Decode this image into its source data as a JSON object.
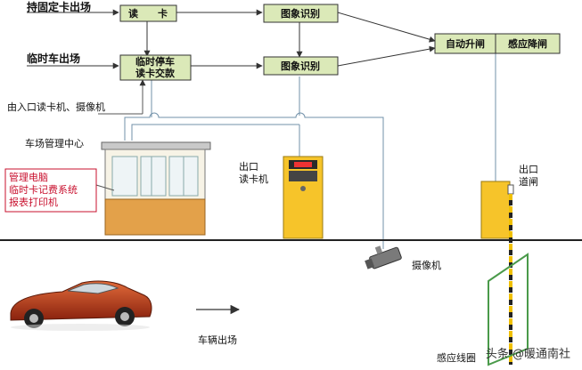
{
  "left_labels": {
    "fixed_card_exit": "持固定卡出场",
    "temp_car_exit": "临时车出场",
    "entry_devices": "由入口读卡机、摄像机",
    "control_center": "车场管理中心"
  },
  "boxes": {
    "read_card": "读　　卡",
    "temp_stop_line1": "临时停车",
    "temp_stop_line2": "读卡交款",
    "image_recog_1": "图象识别",
    "image_recog_2": "图象识别",
    "auto_raise": "自动升闸",
    "sense_lower": "感应降闸"
  },
  "office_items": {
    "line1": "管理电脑",
    "line2": "临时卡记费系统",
    "line3": "报表打印机"
  },
  "devices": {
    "exit_reader_line1": "出口",
    "exit_reader_line2": "读卡机",
    "exit_gate_line1": "出口",
    "exit_gate_line2": "道闸",
    "camera": "摄像机",
    "vehicle_exit": "车辆出场",
    "loop_coil": "感应线圈"
  },
  "watermark": "头条 @暖通南社",
  "colors": {
    "box_fill": "#dbe9b8",
    "box_border": "#333333",
    "booth": "#e3a14a",
    "reader": "#f6c42a",
    "car": "#b23a1e",
    "red_text": "#c8102e",
    "coil": "#4a9a4a"
  }
}
